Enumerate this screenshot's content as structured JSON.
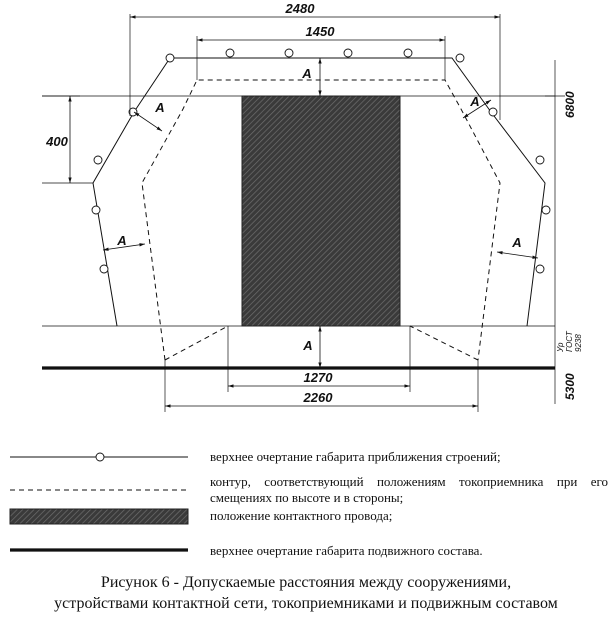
{
  "dimensions": {
    "top_width": "2480",
    "inner_width": "1450",
    "left_height": "400",
    "right_height_top": "6800",
    "right_label_gost_a": "ГОСТ",
    "right_label_gost_b": "9238",
    "right_label_gost_c": "Ур",
    "right_height_bottom": "5300",
    "bottom_inner": "1270",
    "bottom_outer": "2260",
    "a_label": "A"
  },
  "legend": [
    {
      "key": "approach",
      "text": "верхнее очертание габарита приближения строений;"
    },
    {
      "key": "contour",
      "text": "контур, соответствующий положениям токоприемника при его смещениях по высоте и в стороны;"
    },
    {
      "key": "wire",
      "text": "положение контактного провода;"
    },
    {
      "key": "rolling",
      "text": "верхнее очертание габарита подвижного состава."
    }
  ],
  "caption": {
    "line1": "Рисунок 6 - Допускаемые расстояния между сооружениями,",
    "line2": "устройствами контактной сети, токоприемниками и подвижным составом"
  }
}
